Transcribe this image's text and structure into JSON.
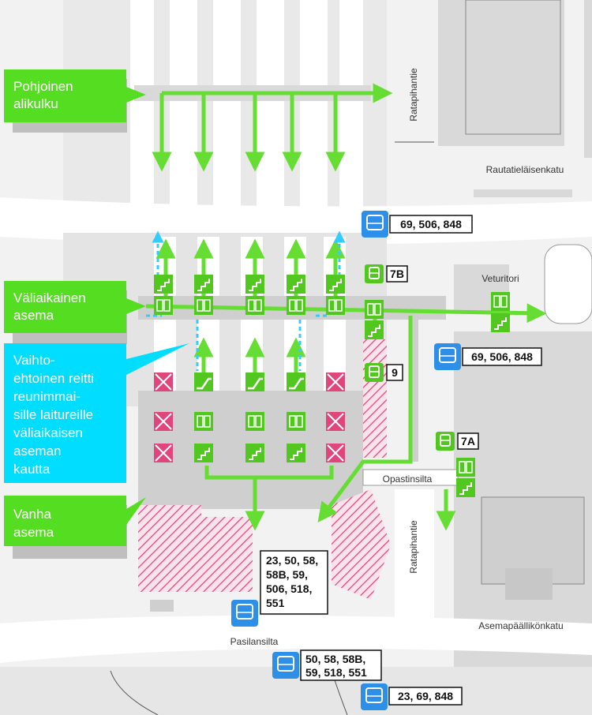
{
  "callouts": {
    "north_underpass": [
      "Pohjoinen",
      "alikulku"
    ],
    "temporary_station": [
      "Väliaikainen",
      "asema"
    ],
    "alt_route": [
      "Vaihto-",
      "ehtoinen reitti",
      "reunimmai-",
      "sille laitureille",
      "väliaikaisen",
      "aseman",
      "kautta"
    ],
    "old_station": [
      "Vanha",
      "asema"
    ]
  },
  "streets": {
    "ratapihantie_top": "Ratapihantie",
    "rautatielaisenkatu": "Rautatieläisenkatu",
    "veturitori": "Veturitori",
    "opastinsilta": "Opastinsilta",
    "ratapihantie_bottom": "Ratapihantie",
    "asemapaallikonkatu": "Asemapäällikönkatu",
    "pasilansilta": "Pasilansilta"
  },
  "bus_stops": {
    "b1": "69, 506, 848",
    "b2": "69, 506, 848",
    "b3": [
      "23, 50, 58,",
      "58B, 59,",
      "506, 518,",
      "551"
    ],
    "b4": [
      "50, 58, 58B,",
      "59, 518, 551"
    ],
    "b5": "23, 69, 848"
  },
  "tram_stops": {
    "t1": "7B",
    "t2": "9",
    "t3": "7A"
  },
  "colors": {
    "route": "#66dd33",
    "route_dark": "#52c71f",
    "alt_route": "#33ccff",
    "callout_green": "#55dd22",
    "callout_cyan": "#00ddff",
    "closed": "#e0457b",
    "bus": "#2d8fe8",
    "building": "#d9d9d9",
    "platform": "#ebebeb"
  },
  "icons": [
    "bus-icon",
    "tram-icon",
    "elevator-icon",
    "stairs-icon",
    "escalator-icon",
    "closed-icon"
  ]
}
